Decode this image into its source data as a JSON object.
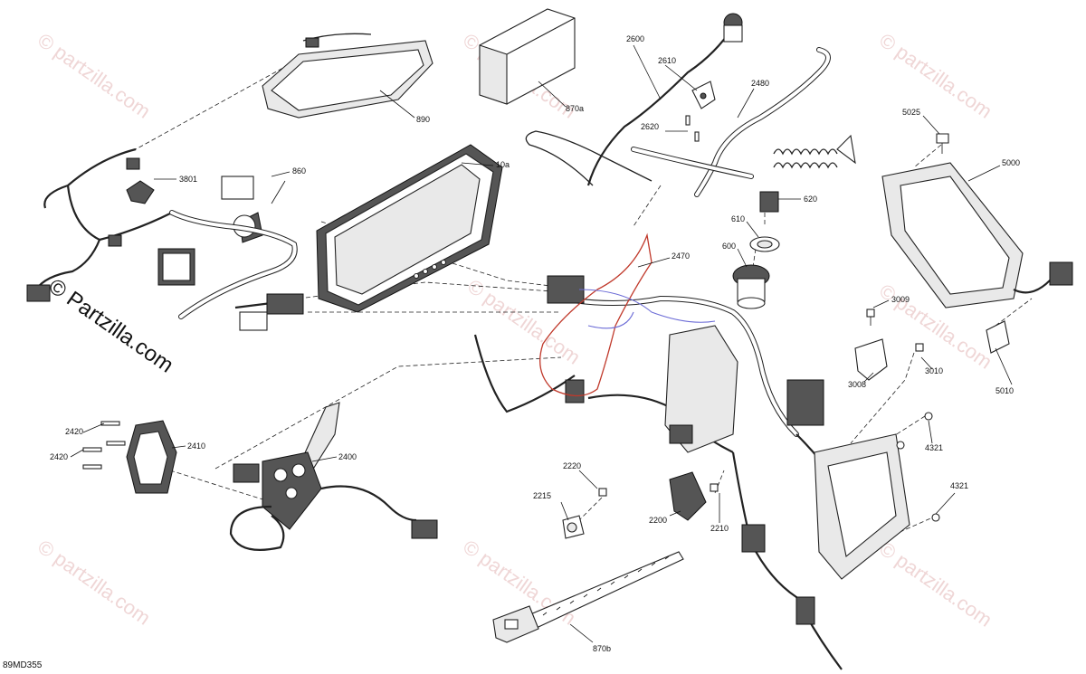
{
  "diagram": {
    "code": "89MD355",
    "watermark": "© Partzilla.com",
    "watermark_small": "© partzilla.com",
    "labels": {
      "p890": "890",
      "p870a": "870a",
      "p2600": "2600",
      "p2610": "2610",
      "p2480": "2480",
      "p2620": "2620",
      "p3801": "3801",
      "p860": "860",
      "p10a": "10a",
      "p620": "620",
      "p610": "610",
      "p600": "600",
      "p2470": "2470",
      "p5025": "5025",
      "p5000": "5000",
      "p3009": "3009",
      "p3010": "3010",
      "p3008": "3008",
      "p5010": "5010",
      "p4321a": "4321",
      "p4321b": "4321",
      "p2420a": "2420",
      "p2420b": "2420",
      "p2410": "2410",
      "p2400": "2400",
      "p2220": "2220",
      "p2215": "2215",
      "p2200": "2200",
      "p2210": "2210",
      "p870b": "870b"
    }
  }
}
